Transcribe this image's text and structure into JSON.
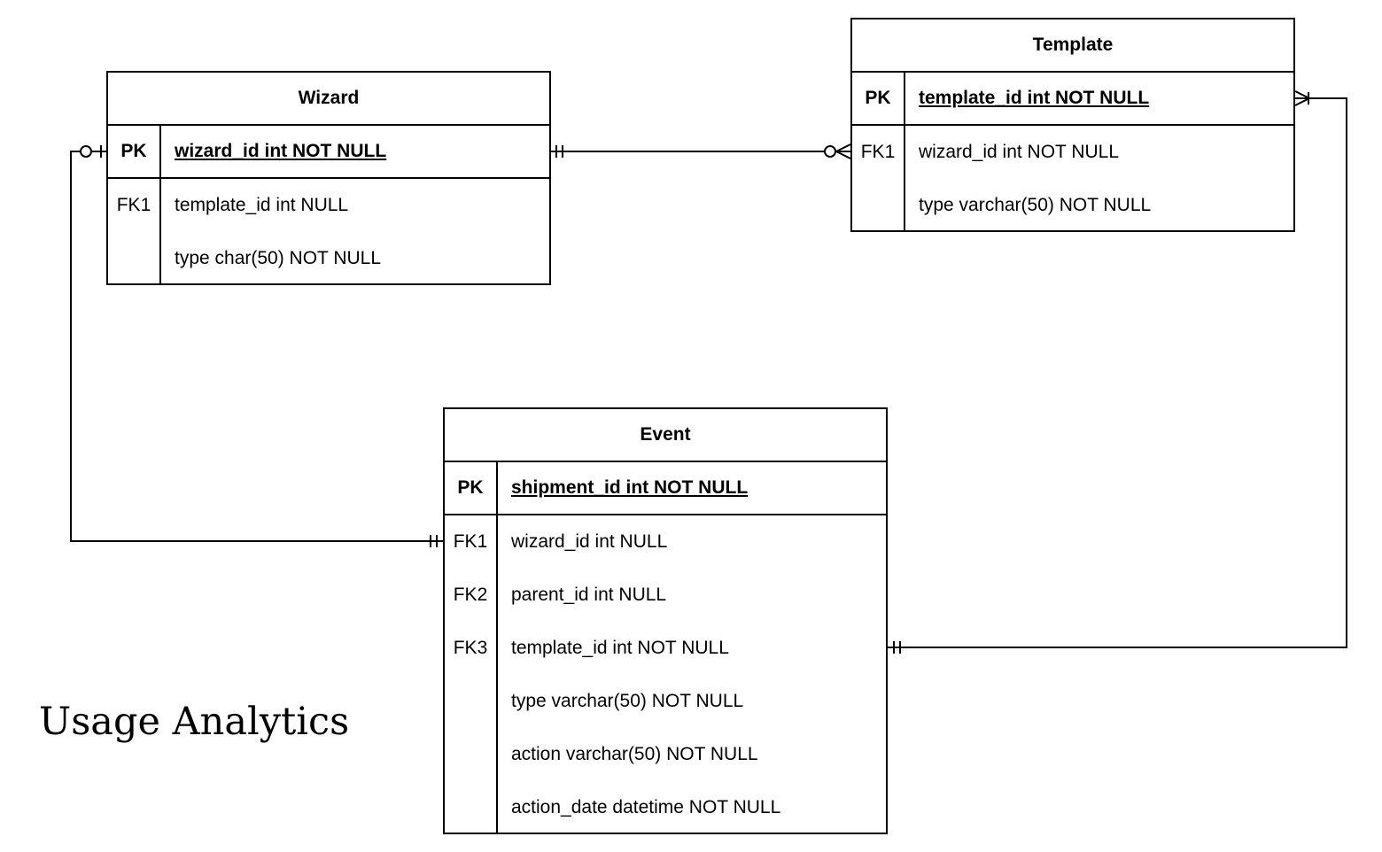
{
  "diagram": {
    "title": "Usage Analytics"
  },
  "entities": {
    "wizard": {
      "name": "Wizard",
      "pk": {
        "key": "PK",
        "field": "wizard_id int NOT NULL"
      },
      "rows": [
        {
          "key": "FK1",
          "field": "template_id int NULL"
        },
        {
          "key": "",
          "field": "type char(50) NOT NULL"
        }
      ]
    },
    "template": {
      "name": "Template",
      "pk": {
        "key": "PK",
        "field": "template_id int NOT NULL"
      },
      "rows": [
        {
          "key": "FK1",
          "field": "wizard_id int NOT NULL"
        },
        {
          "key": "",
          "field": "type varchar(50) NOT NULL"
        }
      ]
    },
    "event": {
      "name": "Event",
      "pk": {
        "key": "PK",
        "field": "shipment_id int NOT NULL"
      },
      "rows": [
        {
          "key": "FK1",
          "field": "wizard_id int NULL"
        },
        {
          "key": "FK2",
          "field": "parent_id int NULL"
        },
        {
          "key": "FK3",
          "field": "template_id int NOT NULL"
        },
        {
          "key": "",
          "field": "type varchar(50) NOT NULL"
        },
        {
          "key": "",
          "field": "action varchar(50) NOT NULL"
        },
        {
          "key": "",
          "field": "action_date datetime NOT NULL"
        }
      ]
    }
  },
  "relationships": [
    {
      "from": "Wizard.wizard_id",
      "to": "Template.wizard_id",
      "from_cardinality": "exactly-one",
      "to_cardinality": "zero-or-many"
    },
    {
      "from": "Wizard.wizard_id",
      "to": "Event.wizard_id",
      "from_cardinality": "zero-or-one",
      "to_cardinality": "exactly-one"
    },
    {
      "from": "Event.template_id",
      "to": "Template.template_id",
      "from_cardinality": "exactly-one",
      "to_cardinality": "one-or-many"
    }
  ]
}
